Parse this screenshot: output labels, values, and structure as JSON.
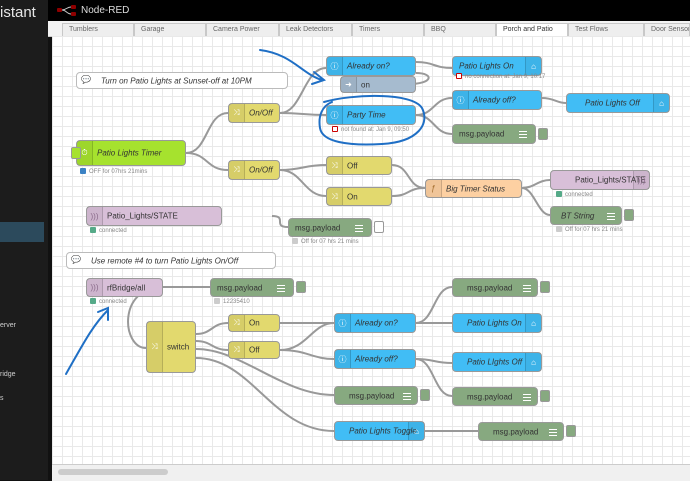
{
  "sidebar": {
    "title_fragment": "istant",
    "items": [
      "erver",
      "ridge",
      "s"
    ]
  },
  "topbar": {
    "title": "Node-RED"
  },
  "tabs": [
    "Tumblers",
    "Garage",
    "Camera Power",
    "Leak Detectors",
    "Timers",
    "BBQ",
    "Porch and Patio",
    "Test Flows",
    "Door Sensors"
  ],
  "active_tab": "Porch and Patio",
  "comments": {
    "sunset": "Turn on Patio Lights at Sunset-off at 10PM",
    "remote": "Use remote #4 to turn Patio Lights On/Off"
  },
  "nodes": {
    "timer": {
      "label": "Patio Lights Timer",
      "status": "OFF for 07hrs 21mins"
    },
    "onoff1": {
      "label": "On/Off"
    },
    "onoff2": {
      "label": "On/Off"
    },
    "already_on_top": {
      "label": "Already on?"
    },
    "on_inject": {
      "label": "on"
    },
    "party_time": {
      "label": "Party Time",
      "status": "not found at: Jan 9, 09:50"
    },
    "patio_on_top": {
      "label": "Patio Lights On",
      "status": "no connection at: Jan 9, 10:17"
    },
    "already_off_top": {
      "label": "Already off?"
    },
    "patio_off_top": {
      "label": "Patio Lights Off"
    },
    "payload_top": {
      "label": "msg.payload"
    },
    "off_change": {
      "label": "Off"
    },
    "on_change": {
      "label": "On"
    },
    "big_timer": {
      "label": "Big Timer Status"
    },
    "mqtt_out_state": {
      "label": "Patio_Lights/STATE",
      "status": "connected"
    },
    "bt_string": {
      "label": "BT String",
      "status": "Off for 07 hrs 21 mins"
    },
    "mqtt_in_state": {
      "label": "Patio_Lights/STATE",
      "status": "connected"
    },
    "payload_state": {
      "label": "msg.payload",
      "status": "Off for 07 hrs 21 mins"
    },
    "rfbridge": {
      "label": "rfBridge/all",
      "status": "connected"
    },
    "payload_rf": {
      "label": "msg.payload",
      "status": "12235410"
    },
    "switch": {
      "label": "switch"
    },
    "on2": {
      "label": "On"
    },
    "off2": {
      "label": "Off"
    },
    "already_on_bot": {
      "label": "Already on?"
    },
    "already_off_bot": {
      "label": "Already off?"
    },
    "payload_b1": {
      "label": "msg.payload"
    },
    "patio_on_bot": {
      "label": "Patio Lights On"
    },
    "patio_off_bot": {
      "label": "Patio LIghts Off"
    },
    "payload_b2": {
      "label": "msg.payload"
    },
    "payload_b3": {
      "label": "msg.payload"
    },
    "toggle": {
      "label": "Patio Lights Toggle"
    },
    "payload_toggle": {
      "label": "msg.payload"
    }
  },
  "colors": {
    "ha_blue": "#41bdf5",
    "change_yellow": "#e2d96e",
    "debug_green": "#87a980",
    "mqtt_purple": "#d8bfd8",
    "function_orange": "#fdd0a2",
    "timer_green": "#a6e22e",
    "annotation_blue": "#1f6fc5"
  },
  "icons": [
    "home-assistant-icon",
    "shuffle-icon",
    "info-icon",
    "inject-icon",
    "timer-icon",
    "mqtt-wave-icon",
    "function-icon",
    "debug-menu-icon",
    "switch-icon"
  ]
}
